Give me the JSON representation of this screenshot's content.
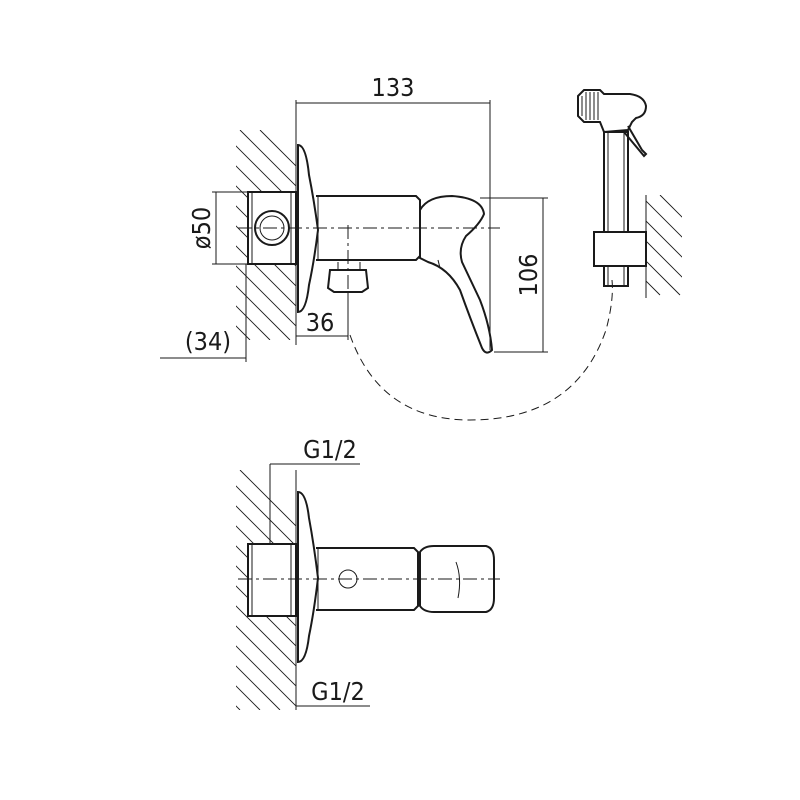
{
  "dimensions": {
    "width_133": "133",
    "diameter_50": "ø50",
    "height_106": "106",
    "offset_34": "(34)",
    "offset_36": "36",
    "thread_top": "G1/2",
    "thread_bottom": "G1/2"
  }
}
